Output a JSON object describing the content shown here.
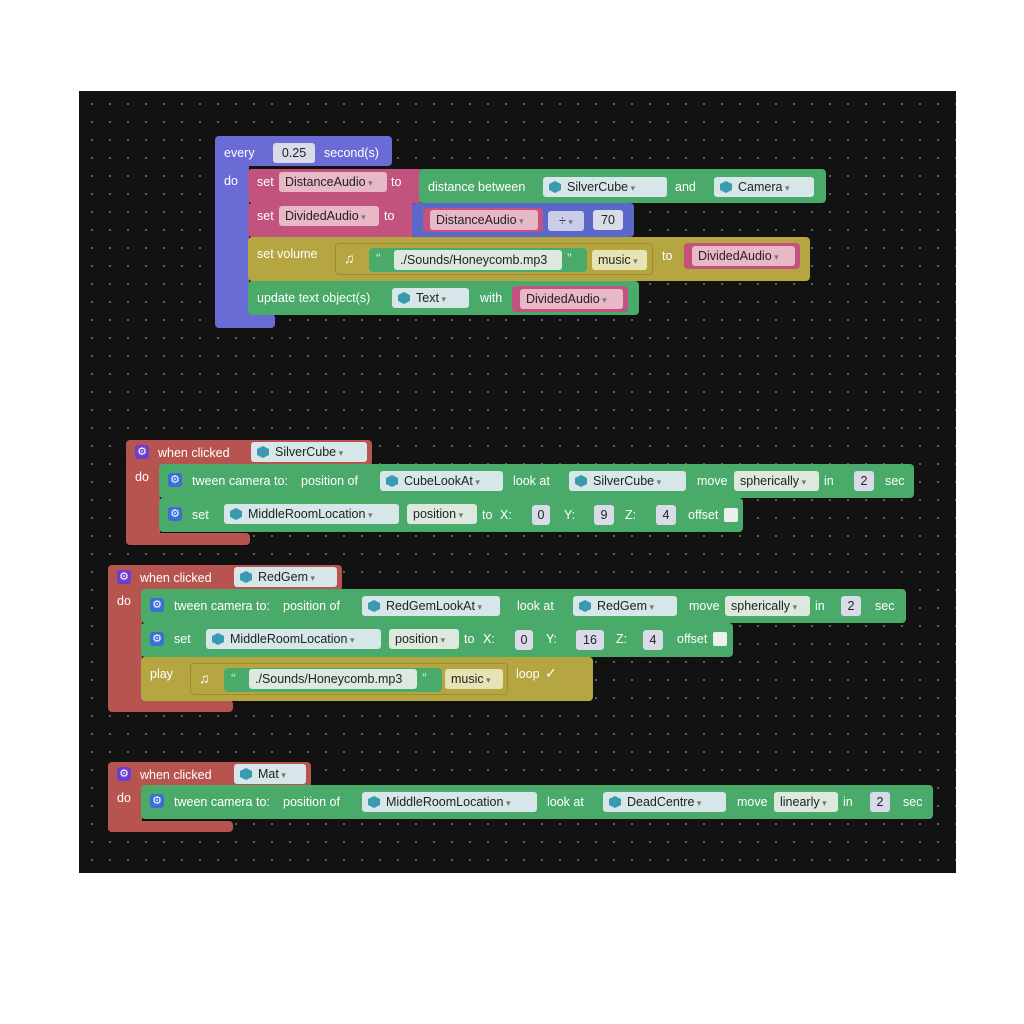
{
  "every_block": {
    "every": "every",
    "interval": "0.25",
    "unit": "second(s)",
    "do": "do",
    "set1": {
      "set": "set",
      "var": "DistanceAudio",
      "to": "to",
      "func": "distance between",
      "a": "SilverCube",
      "and": "and",
      "b": "Camera"
    },
    "set2": {
      "set": "set",
      "var": "DividedAudio",
      "to": "to",
      "left": "DistanceAudio",
      "op": "÷",
      "right": "70"
    },
    "volume": {
      "label": "set volume",
      "file": "./Sounds/Honeycomb.mp3",
      "type": "music",
      "to": "to",
      "var": "DividedAudio"
    },
    "update": {
      "label": "update text object(s)",
      "obj": "Text",
      "with": "with",
      "var": "DividedAudio"
    }
  },
  "silver": {
    "when": "when clicked",
    "obj": "SilverCube",
    "do": "do",
    "tween": {
      "label": "tween camera to:",
      "pos": "position of",
      "target": "CubeLookAt",
      "look": "look at",
      "look_target": "SilverCube",
      "move": "move",
      "style": "spherically",
      "in": "in",
      "secs": "2",
      "sec": "sec"
    },
    "set": {
      "label": "set",
      "obj": "MiddleRoomLocation",
      "prop": "position",
      "to": "to",
      "x": "X:",
      "xv": "0",
      "y": "Y:",
      "yv": "9",
      "z": "Z:",
      "zv": "4",
      "offset": "offset"
    }
  },
  "redgem": {
    "when": "when clicked",
    "obj": "RedGem",
    "do": "do",
    "tween": {
      "label": "tween camera to:",
      "pos": "position of",
      "target": "RedGemLookAt",
      "look": "look at",
      "look_target": "RedGem",
      "move": "move",
      "style": "spherically",
      "in": "in",
      "secs": "2",
      "sec": "sec"
    },
    "set": {
      "label": "set",
      "obj": "MiddleRoomLocation",
      "prop": "position",
      "to": "to",
      "x": "X:",
      "xv": "0",
      "y": "Y:",
      "yv": "16",
      "z": "Z:",
      "zv": "4",
      "offset": "offset"
    },
    "play": {
      "label": "play",
      "file": "./Sounds/Honeycomb.mp3",
      "type": "music",
      "loop": "loop",
      "check": "✓"
    }
  },
  "mat": {
    "when": "when clicked",
    "obj": "Mat",
    "do": "do",
    "tween": {
      "label": "tween camera to:",
      "pos": "position of",
      "target": "MiddleRoomLocation",
      "look": "look at",
      "look_target": "DeadCentre",
      "move": "move",
      "style": "linearly",
      "in": "in",
      "secs": "2",
      "sec": "sec"
    }
  },
  "colors": {
    "event": "#b85450",
    "loop": "#6b6bd6",
    "var": "#c2527e",
    "scene": "#4aaa6a",
    "sound": "#b5a642",
    "math": "#5b67c9"
  }
}
